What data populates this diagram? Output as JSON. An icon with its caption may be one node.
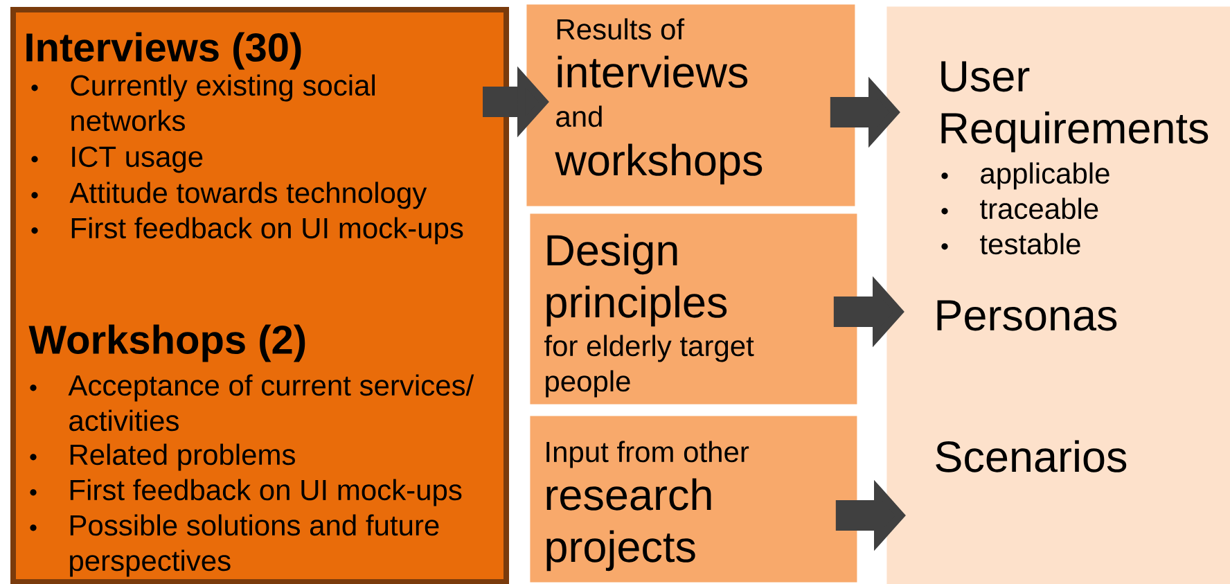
{
  "diagram": {
    "nodes": [
      {
        "text": [
          "Interviews (30)",
          "Currently existing social networks",
          "ICT usage",
          "Attitude towards technology",
          "First feedback on UI mock-ups",
          "Workshops (2)",
          "Acceptance of current services/ activities",
          "Related problems",
          "First feedback on UI mock-ups",
          "Possible solutions and future perspectives"
        ]
      },
      {
        "text": [
          "Results of",
          "interviews",
          "and",
          "workshops"
        ]
      },
      {
        "text": [
          "Design principles",
          "for elderly target people"
        ]
      },
      {
        "text": [
          "Input from other",
          "research projects"
        ]
      },
      {
        "text": [],
        "shape": "box"
      },
      {
        "text": [
          "User Requirements",
          "applicable",
          "traceable",
          "testable"
        ],
        "in": 4
      },
      {
        "text": [
          "Personas"
        ],
        "in": 4
      },
      {
        "text": [
          "Scenarios"
        ],
        "in": 4
      }
    ],
    "edges": [
      {
        "from": 0,
        "to": 1,
        "arrow": "to"
      },
      {
        "from": 1,
        "to": 4,
        "arrow": "to"
      },
      {
        "from": 2,
        "to": 4,
        "arrow": "to"
      },
      {
        "from": 3,
        "to": 4,
        "arrow": "to"
      }
    ]
  }
}
